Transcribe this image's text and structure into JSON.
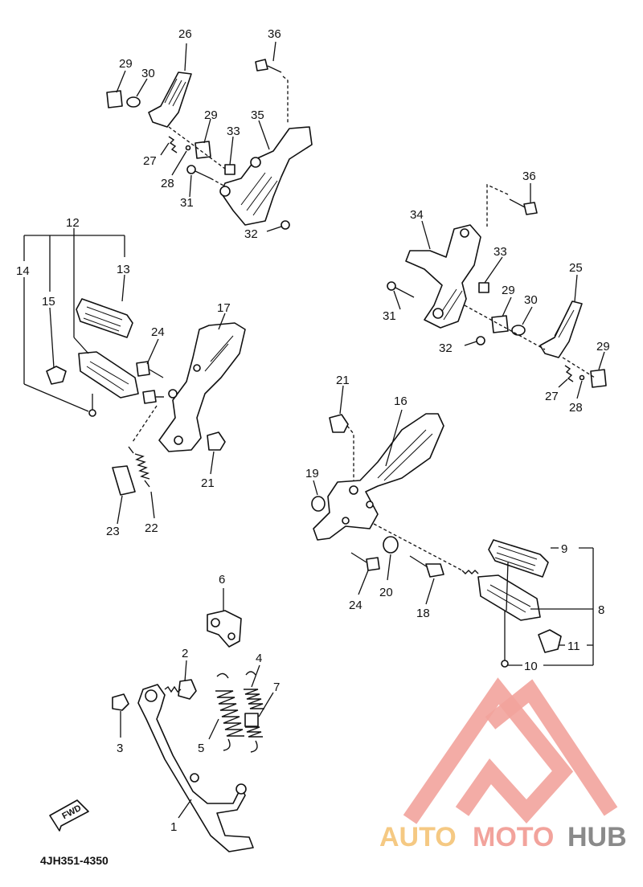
{
  "diagram": {
    "drawing_code": "4JH351-4350",
    "fwd_label": "FWD",
    "callouts": [
      {
        "id": "c1",
        "label": "1"
      },
      {
        "id": "c2",
        "label": "2"
      },
      {
        "id": "c3",
        "label": "3"
      },
      {
        "id": "c4",
        "label": "4"
      },
      {
        "id": "c5",
        "label": "5"
      },
      {
        "id": "c6",
        "label": "6"
      },
      {
        "id": "c7",
        "label": "7"
      },
      {
        "id": "c8",
        "label": "8"
      },
      {
        "id": "c9",
        "label": "9"
      },
      {
        "id": "c10",
        "label": "10"
      },
      {
        "id": "c11",
        "label": "11"
      },
      {
        "id": "c12",
        "label": "12"
      },
      {
        "id": "c13",
        "label": "13"
      },
      {
        "id": "c14",
        "label": "14"
      },
      {
        "id": "c15",
        "label": "15"
      },
      {
        "id": "c16",
        "label": "16"
      },
      {
        "id": "c17",
        "label": "17"
      },
      {
        "id": "c18",
        "label": "18"
      },
      {
        "id": "c19",
        "label": "19"
      },
      {
        "id": "c20",
        "label": "20"
      },
      {
        "id": "c21a",
        "label": "21"
      },
      {
        "id": "c21b",
        "label": "21"
      },
      {
        "id": "c22",
        "label": "22"
      },
      {
        "id": "c23",
        "label": "23"
      },
      {
        "id": "c24a",
        "label": "24"
      },
      {
        "id": "c24b",
        "label": "24"
      },
      {
        "id": "c25",
        "label": "25"
      },
      {
        "id": "c26",
        "label": "26"
      },
      {
        "id": "c27a",
        "label": "27"
      },
      {
        "id": "c27b",
        "label": "27"
      },
      {
        "id": "c28a",
        "label": "28"
      },
      {
        "id": "c28b",
        "label": "28"
      },
      {
        "id": "c29a",
        "label": "29"
      },
      {
        "id": "c29b",
        "label": "29"
      },
      {
        "id": "c29c",
        "label": "29"
      },
      {
        "id": "c29d",
        "label": "29"
      },
      {
        "id": "c30a",
        "label": "30"
      },
      {
        "id": "c30b",
        "label": "30"
      },
      {
        "id": "c31a",
        "label": "31"
      },
      {
        "id": "c31b",
        "label": "31"
      },
      {
        "id": "c32a",
        "label": "32"
      },
      {
        "id": "c32b",
        "label": "32"
      },
      {
        "id": "c33a",
        "label": "33"
      },
      {
        "id": "c33b",
        "label": "33"
      },
      {
        "id": "c34",
        "label": "34"
      },
      {
        "id": "c35",
        "label": "35"
      },
      {
        "id": "c36a",
        "label": "36"
      },
      {
        "id": "c36b",
        "label": "36"
      }
    ]
  },
  "watermark": {
    "part1": "AUTO",
    "part2": "MOTO",
    "part3": "HUB",
    "colors": {
      "auto": "#f5c983",
      "moto": "#f2a39c",
      "hub": "#8a8a8a",
      "triangle": "#f2a39c"
    }
  }
}
